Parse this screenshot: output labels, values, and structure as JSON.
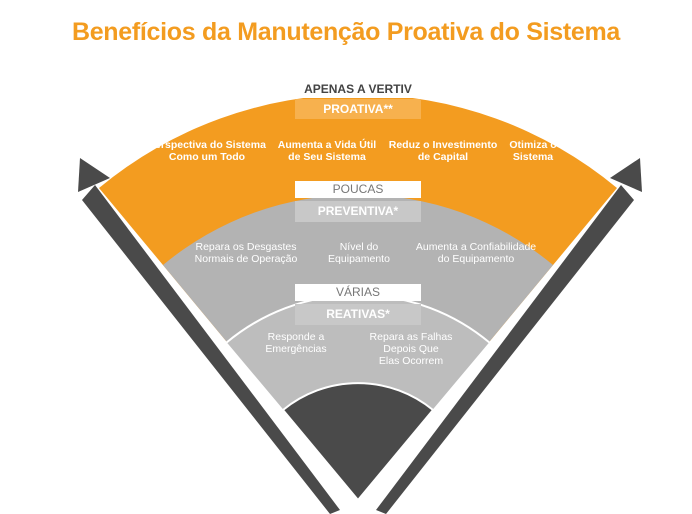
{
  "title": "Benefícios da Manutenção Proativa do Sistema",
  "colors": {
    "orange": "#f39c20",
    "gray": "#b3b3b3",
    "light_gray": "#c4c4c4",
    "dark": "#4a4a4a"
  },
  "tiers": [
    {
      "header": "APENAS A VERTIV",
      "label": "PROATIVA**",
      "items": [
        "Perspectiva do Sistema\nComo um Todo",
        "Aumenta a Vida Útil\nde Seu Sistema",
        "Reduz o Investimento\nde Capital",
        "Otimiza o\nSistema"
      ]
    },
    {
      "header": "POUCAS",
      "label": "PREVENTIVA*",
      "items": [
        "Repara os Desgastes\nNormais de Operação",
        "Nível do\nEquipamento",
        "Aumenta a Confiabilidade\ndo Equipamento"
      ]
    },
    {
      "header": "VÁRIAS",
      "label": "REATIVAS*",
      "items": [
        "Responde a\nEmergências",
        "Repara as Falhas\nDepois Que\nElas Ocorrem"
      ]
    }
  ]
}
